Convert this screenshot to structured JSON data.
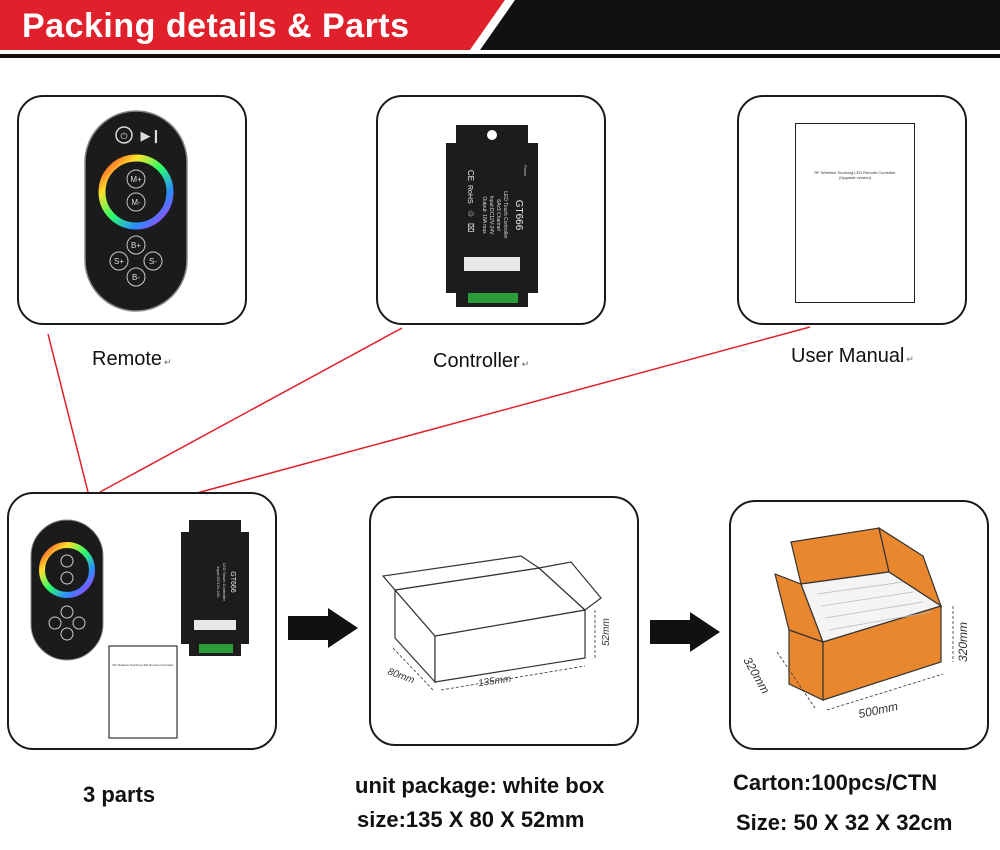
{
  "header": {
    "title": "Packing details & Parts",
    "accent_color": "#e0202a",
    "bar_color": "#111111"
  },
  "items": {
    "remote": {
      "label": "Remote",
      "buttons": [
        "M+",
        "M-",
        "B+",
        "S+",
        "S-",
        "B-"
      ]
    },
    "controller": {
      "label": "Controller",
      "model": "GT666",
      "lines": [
        "LED Touch Controller",
        "6Ax3 Channel",
        "Input:DC12V-24V",
        "Output: 18A max"
      ],
      "power_label": "Power",
      "marks": [
        "CE",
        "RoHS",
        "♲",
        "⌧"
      ]
    },
    "manual": {
      "label": "User Manual",
      "title": "RF Wireless Touching LED Remote Controller",
      "subtitle": "(Upgrade version)"
    }
  },
  "flow": {
    "parts": {
      "caption": "3 parts"
    },
    "unit_package": {
      "caption_line1": "unit package: white box",
      "caption_line2": "size:135 X 80 X 52mm",
      "dims": {
        "length": "135mm",
        "width": "80mm",
        "height": "52mm"
      }
    },
    "carton": {
      "caption_line1": "Carton:100pcs/CTN",
      "caption_line2": "Size: 50 X 32 X 32cm",
      "dims": {
        "length": "500mm",
        "width": "320mm",
        "height": "320mm"
      },
      "box_color": "#e8872e"
    }
  }
}
